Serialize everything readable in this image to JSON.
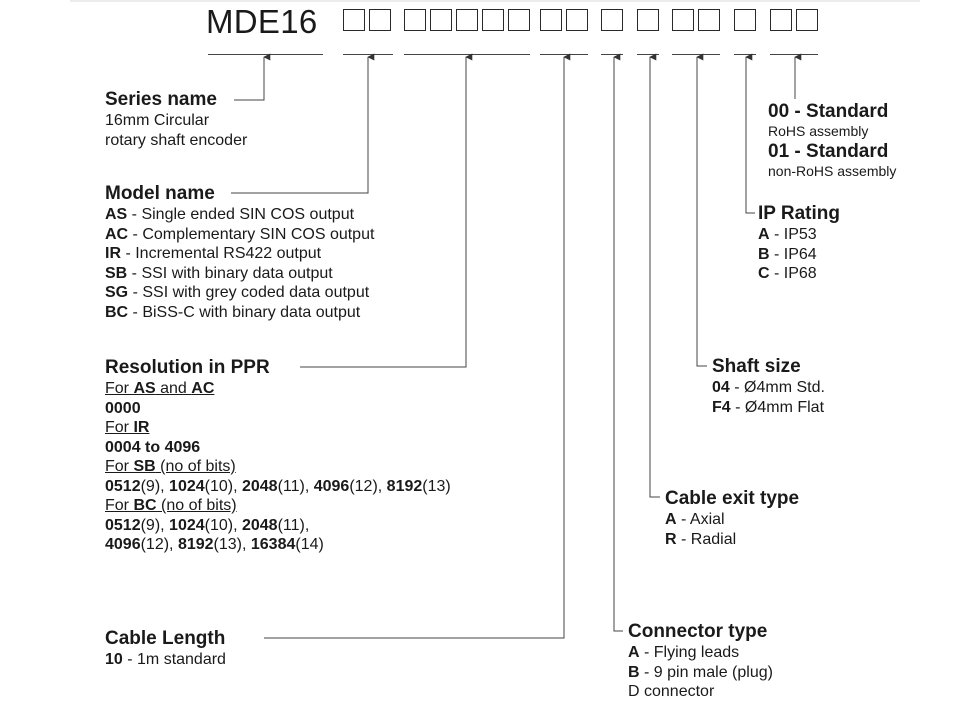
{
  "title": "MDE16",
  "series": {
    "heading": "Series name",
    "lines": [
      "16mm Circular",
      "rotary shaft encoder"
    ]
  },
  "model": {
    "heading": "Model name",
    "items": [
      {
        "code": "AS",
        "desc": " - Single ended SIN COS output"
      },
      {
        "code": "AC",
        "desc": " - Complementary SIN COS output"
      },
      {
        "code": "IR",
        "desc": " - Incremental RS422 output"
      },
      {
        "code": "SB",
        "desc": " - SSI with binary data output"
      },
      {
        "code": "SG",
        "desc": " - SSI with grey coded data output"
      },
      {
        "code": "BC",
        "desc": " - BiSS-C with binary data output"
      }
    ]
  },
  "resolution": {
    "heading": "Resolution in PPR",
    "for_word": "For ",
    "and_word": " and ",
    "bits_note": " (no of bits)",
    "as_ac": {
      "code1": "AS",
      "code2": "AC",
      "value": "0000"
    },
    "ir": {
      "code": "IR",
      "value": "0004 to 4096"
    },
    "sb": {
      "code": "SB",
      "values": [
        {
          "v": "0512",
          "b": "(9), "
        },
        {
          "v": "1024",
          "b": "(10), "
        },
        {
          "v": "2048",
          "b": "(11), "
        },
        {
          "v": "4096",
          "b": "(12), "
        },
        {
          "v": "8192",
          "b": "(13)"
        }
      ]
    },
    "bc": {
      "code": "BC",
      "line1": [
        {
          "v": "0512",
          "b": "(9), "
        },
        {
          "v": "1024",
          "b": "(10), "
        },
        {
          "v": "2048",
          "b": "(11),"
        }
      ],
      "line2": [
        {
          "v": "4096",
          "b": "(12), "
        },
        {
          "v": "8192",
          "b": "(13), "
        },
        {
          "v": "16384",
          "b": "(14)"
        }
      ]
    }
  },
  "cable_length": {
    "heading": "Cable Length",
    "items": [
      {
        "code": "10",
        "desc": " - 1m standard"
      }
    ]
  },
  "connector": {
    "heading": "Connector type",
    "items": [
      {
        "code": "A",
        "desc": " - Flying leads"
      },
      {
        "code": "B",
        "desc": " - 9 pin male (plug)"
      }
    ],
    "extra": "D connector"
  },
  "cable_exit": {
    "heading": "Cable exit type",
    "items": [
      {
        "code": "A",
        "desc": " - Axial"
      },
      {
        "code": "R",
        "desc": " - Radial"
      }
    ]
  },
  "shaft": {
    "heading": "Shaft size",
    "items": [
      {
        "code": "04",
        "desc": " - Ø4mm Std."
      },
      {
        "code": "F4",
        "desc": " - Ø4mm Flat"
      }
    ]
  },
  "ip": {
    "heading": "IP Rating",
    "items": [
      {
        "code": "A",
        "desc": " - IP53"
      },
      {
        "code": "B",
        "desc": " - IP64"
      },
      {
        "code": "C",
        "desc": " - IP68"
      }
    ]
  },
  "assembly": {
    "items": [
      {
        "title": "00 - Standard",
        "note": "RoHS assembly"
      },
      {
        "title": "01 - Standard",
        "note": "non-RoHS assembly"
      }
    ]
  },
  "colors": {
    "ink": "#1a1a1a",
    "line": "#444444",
    "box_border": "#2a2a2a"
  }
}
